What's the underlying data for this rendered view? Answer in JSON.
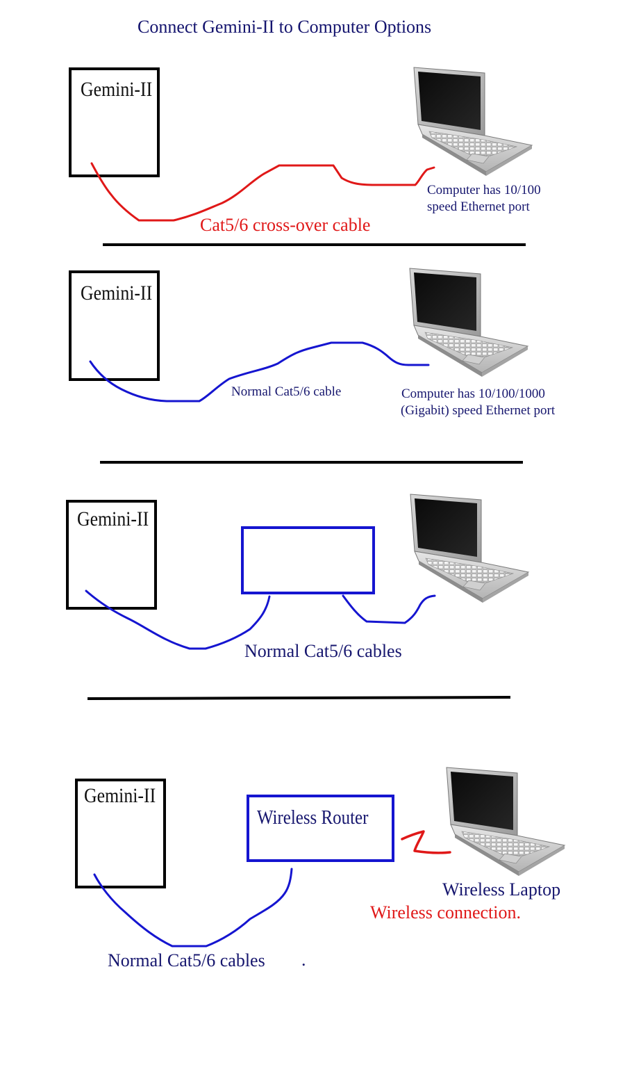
{
  "title": "Connect Gemini-II to Computer Options",
  "colors": {
    "navy": "#16166e",
    "cable_red": "#e01818",
    "cable_blue": "#1515d0",
    "divider": "#000000"
  },
  "panels": [
    {
      "device_label": "Gemini-II",
      "cable_label": "Cat5/6 cross-over cable",
      "computer_note_line1": "Computer has 10/100",
      "computer_note_line2": "speed Ethernet port",
      "icon": "laptop-icon"
    },
    {
      "device_label": "Gemini-II",
      "cable_label": "Normal Cat5/6 cable",
      "computer_note_line1": "Computer has 10/100/1000",
      "computer_note_line2": "(Gigabit) speed Ethernet port",
      "icon": "laptop-icon"
    },
    {
      "device_label": "Gemini-II",
      "cable_label": "Normal Cat5/6 cables",
      "router_label": "",
      "icon": "laptop-icon"
    },
    {
      "device_label": "Gemini-II",
      "router_label": "Wireless Router",
      "laptop_label": "Wireless Laptop",
      "wireless_label": "Wireless connection.",
      "cable_label": "Normal Cat5/6 cables",
      "stray_mark": ".",
      "icon": "laptop-icon"
    }
  ]
}
